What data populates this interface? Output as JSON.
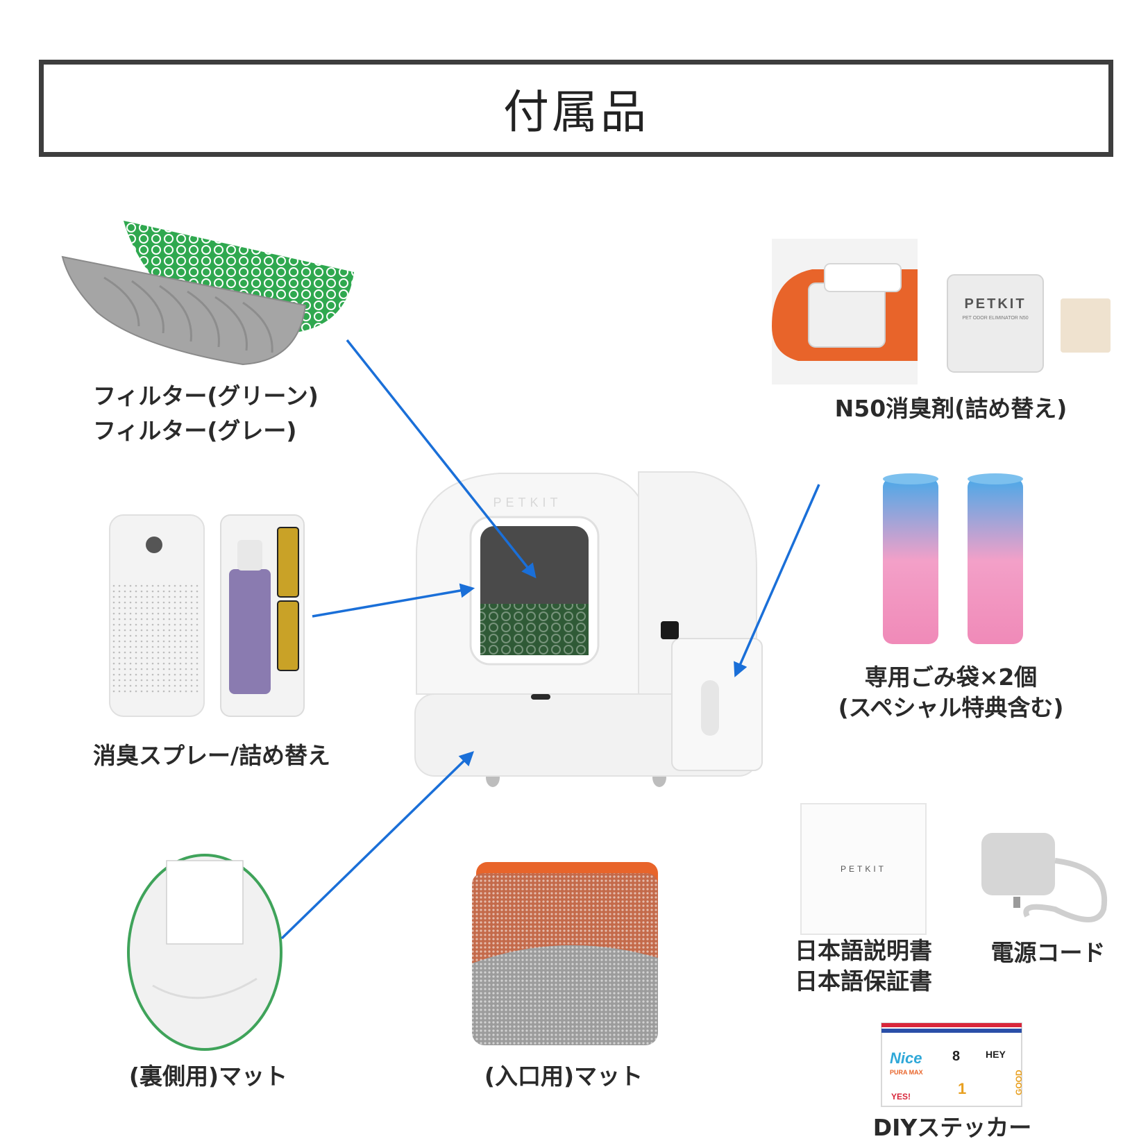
{
  "title": "付属品",
  "labels": {
    "filter_green": "フィルター(グリーン)",
    "filter_gray": "フィルター(グレー)",
    "spray": "消臭スプレー/詰め替え",
    "mat_back": "(裏側用)マット",
    "mat_entrance": "(入口用)マット",
    "deodorizer": "N50消臭剤(詰め替え)",
    "trash_bag_1": "専用ごみ袋×2個",
    "trash_bag_2": "(スペシャル特典含む)",
    "manual_1": "日本語説明書",
    "manual_2": "日本語保証書",
    "power_cord": "電源コード",
    "sticker": "DIYステッカー"
  },
  "product_text": {
    "brand": "PETKIT",
    "odor_eliminator": "PET ODOR ELIMINATOR N50",
    "sticker_words": [
      "Nice",
      "HEY",
      "PURA MAX",
      "8",
      "1",
      "YES!",
      "GOOD"
    ]
  },
  "colors": {
    "arrow": "#1a6fd8",
    "filter_green": "#2fa84f",
    "filter_gray": "#a5a5a5",
    "orange": "#e8642a",
    "bag_blue": "#4aa8e8",
    "bag_pink": "#f08ab8"
  }
}
